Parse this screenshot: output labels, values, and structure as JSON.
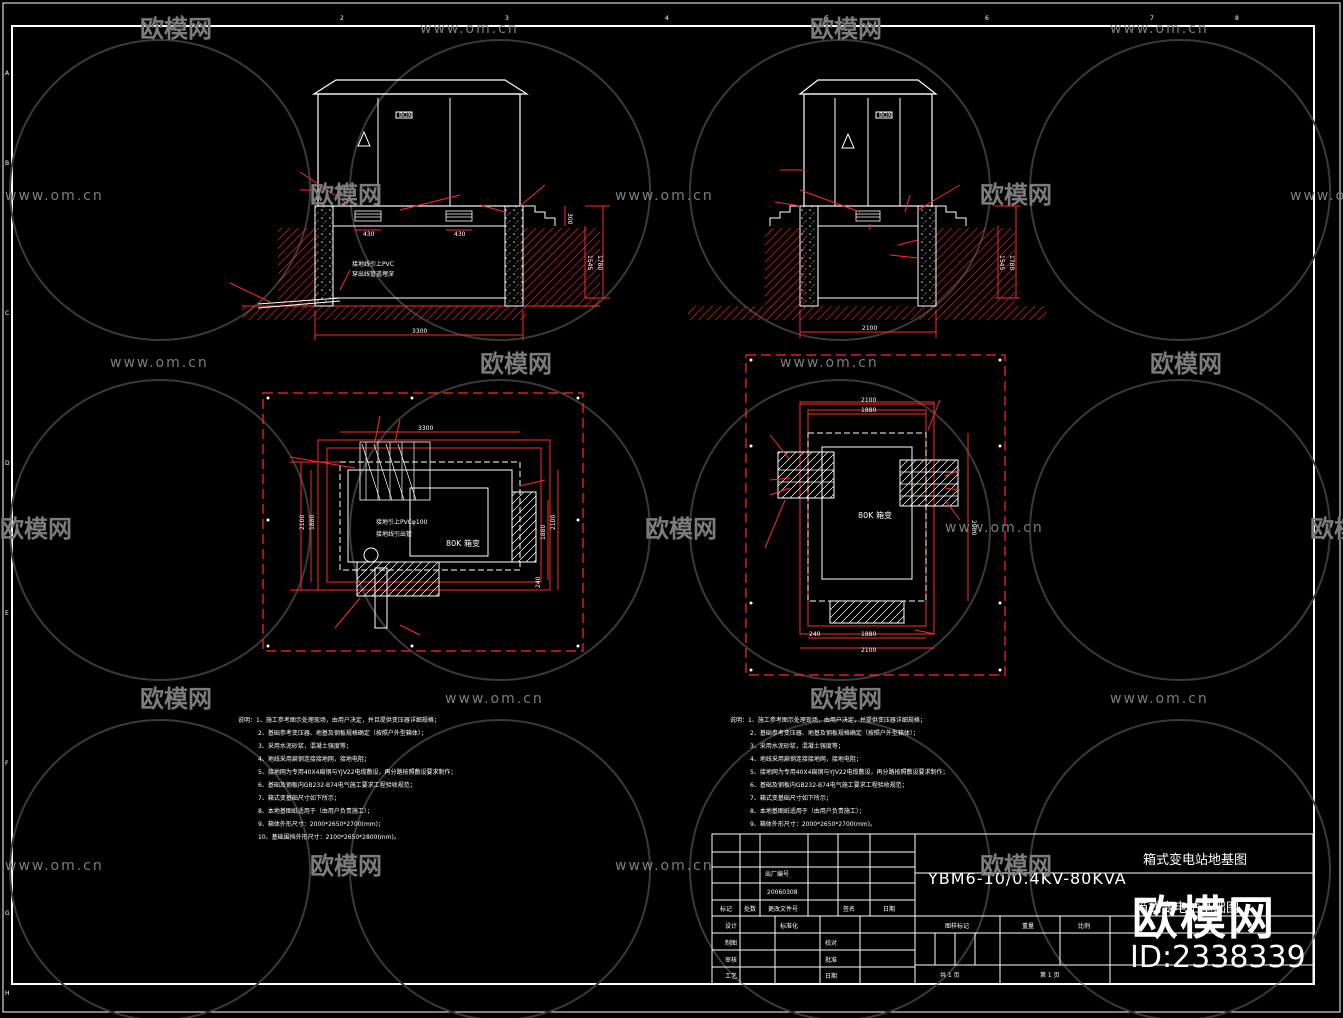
{
  "watermark": {
    "site": "www.om.cn",
    "brand": "欧模网"
  },
  "brand_overlay": {
    "logo_text": "欧模网",
    "id_text": "ID:2338339"
  },
  "border": {
    "columns": [
      "1",
      "2",
      "3",
      "4",
      "5",
      "6",
      "7",
      "8"
    ],
    "rows": [
      "A",
      "B",
      "C",
      "D",
      "E",
      "F",
      "G",
      "H"
    ]
  },
  "left_elevation": {
    "dim_width": "3300",
    "dim_height": "1780",
    "dim_height2": "1545",
    "dim_small": "600",
    "dim_hole1": "430",
    "dim_hole2": "430",
    "dim_side": "300",
    "label_pipe": "接地线引上PVC",
    "label_pipe2": "穿出线管道埋深",
    "door_label": "BOX"
  },
  "right_elevation": {
    "dim_width": "2100",
    "dim_height": "1780",
    "dim_height2": "1545",
    "door_label": "BOX"
  },
  "left_plan": {
    "dim_top": "3300",
    "dim_side1": "2100",
    "dim_side2": "1880",
    "dim_side3": "240",
    "center_label": "80K 箱变",
    "pipe_label": "接地引上PVCφ100",
    "pipe_label2": "接地线引出管"
  },
  "right_plan": {
    "dim_top": "2100",
    "dim_top2": "1880",
    "dim_bottom1": "240",
    "dim_bottom2": "1880",
    "dim_bottom3": "2100",
    "dim_side": "2000",
    "center_label": "80K 箱变"
  },
  "notes_left": {
    "items": [
      "说明：1、施工参考图示处理现场，由用户决定，并且提供变压器详细规格；",
      "2、基础参考变压器、地基及钢板规格确定（按照户外型箱体）；",
      "3、采用水泥砂浆，混凝土强度等；",
      "4、地线采用扁钢连接接地网，接地电阻；",
      "5、接地网为专用40X4扁钢与YJV22电缆敷设，再分路按照敷设要求制作；",
      "6、基础及钢板内GB232-B74电气施工要求工程验收规范；",
      "7、箱式变基础尺寸如下所示；",
      "8、本地基图纸适用于（由用户负责施工）；",
      "9、箱体外形尺寸：2000*2650*2700(mm)；",
      "10、基础围挡外形尺寸：2100*2650*2800(mm)。"
    ]
  },
  "notes_right": {
    "items": [
      "说明：1、施工参考图示处理现场，由用户决定，并提供变压器详细规格；",
      "2、基础参考变压器、地基及钢板规格确定（按照户外型箱体）；",
      "3、采用水泥砂浆，混凝土强度等；",
      "4、地线采用扁钢连接接地网，接地电阻；",
      "5、接地网为专用40X4扁钢与YJV22电缆敷设，再分路按照敷设要求制作；",
      "6、基础及钢板内GB232-B74电气施工要求工程验收规范；",
      "7、箱式变基础尺寸如下所示；",
      "8、本地基图纸适用于（由用户负责施工）；",
      "9、箱体外形尺寸：2000*2650*2700(mm)。"
    ]
  },
  "title_block": {
    "drawing_title": "箱式变电站地基图",
    "model": "YBM6-10/0.4KV-80KVA",
    "subtitle": "箱式变电站基础图",
    "factory_no_label": "出厂编号",
    "factory_no": "20060308",
    "mark": "标记",
    "count": "处数",
    "file_no": "更改文件号",
    "sign": "签名",
    "date": "日期",
    "design": "设计",
    "standard": "标准化",
    "drawing": "制图",
    "check": "校对",
    "audit": "审核",
    "approve": "批准",
    "process": "工艺",
    "date2": "日期",
    "stage_mark": "图样标记",
    "weight": "重量",
    "scale": "比例",
    "sheets": "共 1 页",
    "sheet_no": "第 1 页"
  }
}
